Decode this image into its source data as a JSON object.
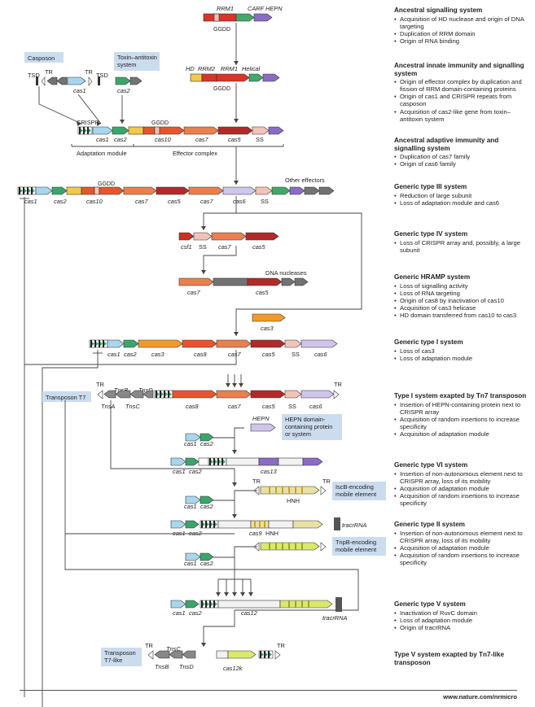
{
  "colors": {
    "cas1": "#a8d6ef",
    "cas2": "#3aa66b",
    "cas10": "#e4572e",
    "cas7": "#ea7f4f",
    "cas5": "#b12a2a",
    "ss": "#f2c3b8",
    "cas6": "#cfc4ea",
    "hepn": "#8a6cc4",
    "carf": "#43a86a",
    "hd": "#f2c94c",
    "rrm": "#d9352b",
    "gray": "#737373",
    "cas3": "#f39a2a",
    "csf1": "#c8321f",
    "cas9": "#e9e1a4",
    "cas12": "#dbe86e",
    "tn": "#888888",
    "callout": "#cbdcef",
    "line": "#444444"
  },
  "labels": {
    "rrm1_top": "RRM1",
    "carf_hepn": "CARF HEPN",
    "gddd": "GGDD",
    "casposon": "Casposon",
    "toxin_antitoxin": "Toxin–antitoxin system",
    "tsd": "TSD",
    "tr": "TR",
    "cas1": "cas1",
    "cas2": "cas2",
    "hd": "HD",
    "rrm2": "RRM2",
    "rrm1": "RRM1",
    "helical": "Helical",
    "crispr": "CRISPR",
    "cas10": "cas10",
    "cas7": "cas7",
    "cas5": "cas5",
    "ss": "SS",
    "adaptation_module": "Adaptation module",
    "effector_complex": "Effector complex",
    "other_effectors": "Other effectors",
    "cas6": "cas6",
    "csf1": "csf1",
    "dna_nucleases": "DNA nucleases",
    "cas3": "cas3",
    "cas8": "cas8",
    "transposon_t7": "Transposon T7",
    "tnsb": "TnsB",
    "tnsd": "TnsD",
    "tnsa": "TnsA",
    "tnsc": "TnsC",
    "hepn": "HEPN",
    "hepn_callout": "HEPN domain-containing protein or system",
    "cas13": "cas13",
    "iscb_callout": "IscB-encoding mobile element",
    "hnh": "HNH",
    "cas9": "cas9",
    "tracrrna": "tracrRNA",
    "tnpb_callout": "TnpB-encoding mobile element",
    "cas12": "cas12",
    "transposon_t7_like": "Transposon T7-like",
    "tnsb_alt": "TnsB",
    "tnsc_alt": "TnsC",
    "tnsd_alt": "TnsD",
    "cas12k": "cas12k"
  },
  "stages": [
    {
      "title": "Ancestral signalling system",
      "items": [
        {
          "text": "Acquisition of HD nuclease and origin of DNA targeting"
        },
        {
          "text": "Duplication of RRM domain"
        },
        {
          "text": "Origin of RNA binding"
        }
      ]
    },
    {
      "title": "Ancestral innate immunity and signalling system",
      "items": [
        {
          "text": "Origin of effector complex by duplication and fission of RRM domain-containing proteins"
        },
        {
          "text": "Origin of cas1 and CRISPR repeats from casposon"
        },
        {
          "text": "Acquisition of cas2-like gene from toxin–antitoxin system"
        }
      ]
    },
    {
      "title": "Ancestral adaptive immunity and signalling system",
      "items": [
        {
          "text": "Duplication of cas7 family"
        },
        {
          "text": "Origin of cas6 family"
        }
      ]
    },
    {
      "title": "Generic type III system",
      "items": [
        {
          "text": "Reduction of large subunit"
        },
        {
          "text": "Loss of adaptation module and cas6"
        }
      ]
    },
    {
      "title": "Generic type IV system",
      "items": [
        {
          "text": "Loss of CRISPR array and, possibly, a large subunit"
        }
      ]
    },
    {
      "title": "Generic HRAMP system",
      "items": [
        {
          "text": "Loss of signalling activity"
        },
        {
          "text": "Loss of RNA targeting"
        },
        {
          "text": "Origin of cas8 by inactivation of cas10"
        },
        {
          "text": "Acquisition of cas3 helicase"
        },
        {
          "text": "HD domain transferred from cas10 to cas3"
        }
      ]
    },
    {
      "title": "Generic type I system",
      "items": [
        {
          "text": "Loss of cas3"
        },
        {
          "text": "Loss of adaptation module"
        }
      ]
    },
    {
      "title": "Type I system exapted by Tn7 transposon",
      "items": [
        {
          "text": "Insertion of HEPN-containing protein next to CRISPR array"
        },
        {
          "text": "Acquisition of random insertions to increase specificity"
        },
        {
          "text": "Acquisition of adaptation module"
        }
      ]
    },
    {
      "title": "Generic type VI system",
      "items": [
        {
          "text": "Insertion of non-autonomous element next to CRISPR array, loss of its mobility"
        },
        {
          "text": "Acquisition of adaptation module"
        },
        {
          "text": "Acquisition of random insertions to increase specificity"
        }
      ]
    },
    {
      "title": "Generic type II system",
      "items": [
        {
          "text": "Insertion of non-autonomous element next to CRISPR array, loss of its mobility"
        },
        {
          "text": "Acquisition of adaptation module"
        },
        {
          "text": "Acquisition of random insertions to increase specificity"
        }
      ]
    },
    {
      "title": "Generic type V system",
      "items": [
        {
          "text": "Inactivation of RuvC domain"
        },
        {
          "text": "Loss of adaptation module"
        },
        {
          "text": "Origin of tracrRNA"
        }
      ]
    },
    {
      "title": "Type V system exapted by Tn7-like transposon",
      "items": []
    }
  ],
  "footer": {
    "url": "www.nature.com/nrmicro"
  }
}
